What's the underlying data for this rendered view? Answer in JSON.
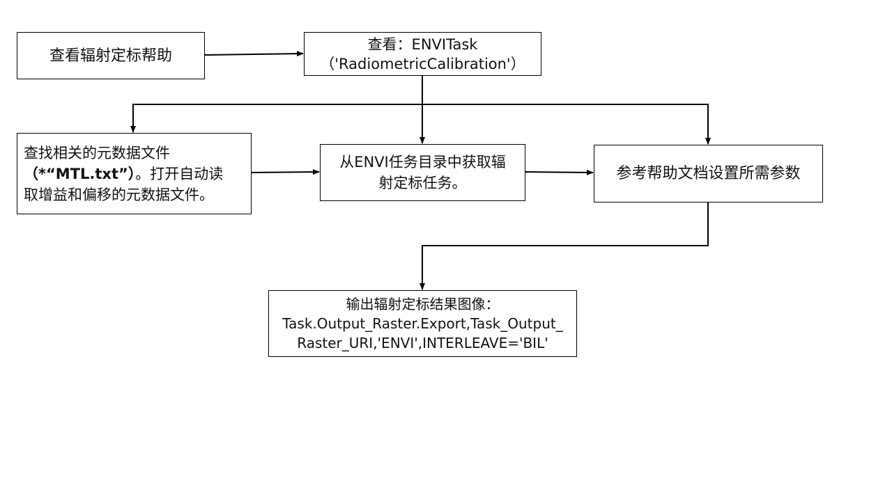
{
  "diagram": {
    "nodes": [
      {
        "id": "n1",
        "lines": [
          {
            "parts": [
              {
                "text": "查看辐射定标帮助"
              }
            ]
          }
        ]
      },
      {
        "id": "n2",
        "lines": [
          {
            "parts": [
              {
                "text": "查看：ENVITask"
              }
            ]
          },
          {
            "parts": [
              {
                "text": "（'RadiometricCalibration'）"
              }
            ]
          }
        ]
      },
      {
        "id": "n3",
        "lines": [
          {
            "parts": [
              {
                "text": "查找相关的元数据文件"
              }
            ]
          },
          {
            "parts": [
              {
                "text": "（*“MTL.txt”）",
                "bold": true
              },
              {
                "text": "。打开自动读"
              }
            ]
          },
          {
            "parts": [
              {
                "text": "取增益和偏移的元数据文件。"
              }
            ]
          }
        ]
      },
      {
        "id": "n4",
        "lines": [
          {
            "parts": [
              {
                "text": "从ENVI任务目录中获取辐"
              }
            ]
          },
          {
            "parts": [
              {
                "text": "射定标任务。"
              }
            ]
          }
        ]
      },
      {
        "id": "n5",
        "lines": [
          {
            "parts": [
              {
                "text": "参考帮助文档设置所需参数"
              }
            ]
          }
        ]
      },
      {
        "id": "n6",
        "lines": [
          {
            "parts": [
              {
                "text": "输出辐射定标结果图像："
              }
            ]
          },
          {
            "parts": [
              {
                "text": "Task.Output_Raster.Export,Task_Output_"
              }
            ]
          },
          {
            "parts": [
              {
                "text": "Raster_URI,'ENVI',INTERLEAVE='BIL'"
              }
            ]
          }
        ]
      }
    ],
    "edges": [
      {
        "from": "n1",
        "to": "n2"
      },
      {
        "from": "n2",
        "to": "n3"
      },
      {
        "from": "n2",
        "to": "n4"
      },
      {
        "from": "n2",
        "to": "n5"
      },
      {
        "from": "n3",
        "to": "n4"
      },
      {
        "from": "n4",
        "to": "n5"
      },
      {
        "from": "n5",
        "to": "n6"
      }
    ],
    "colors": {
      "stroke": "#000000",
      "text": "#111111",
      "background": "#ffffff"
    }
  }
}
